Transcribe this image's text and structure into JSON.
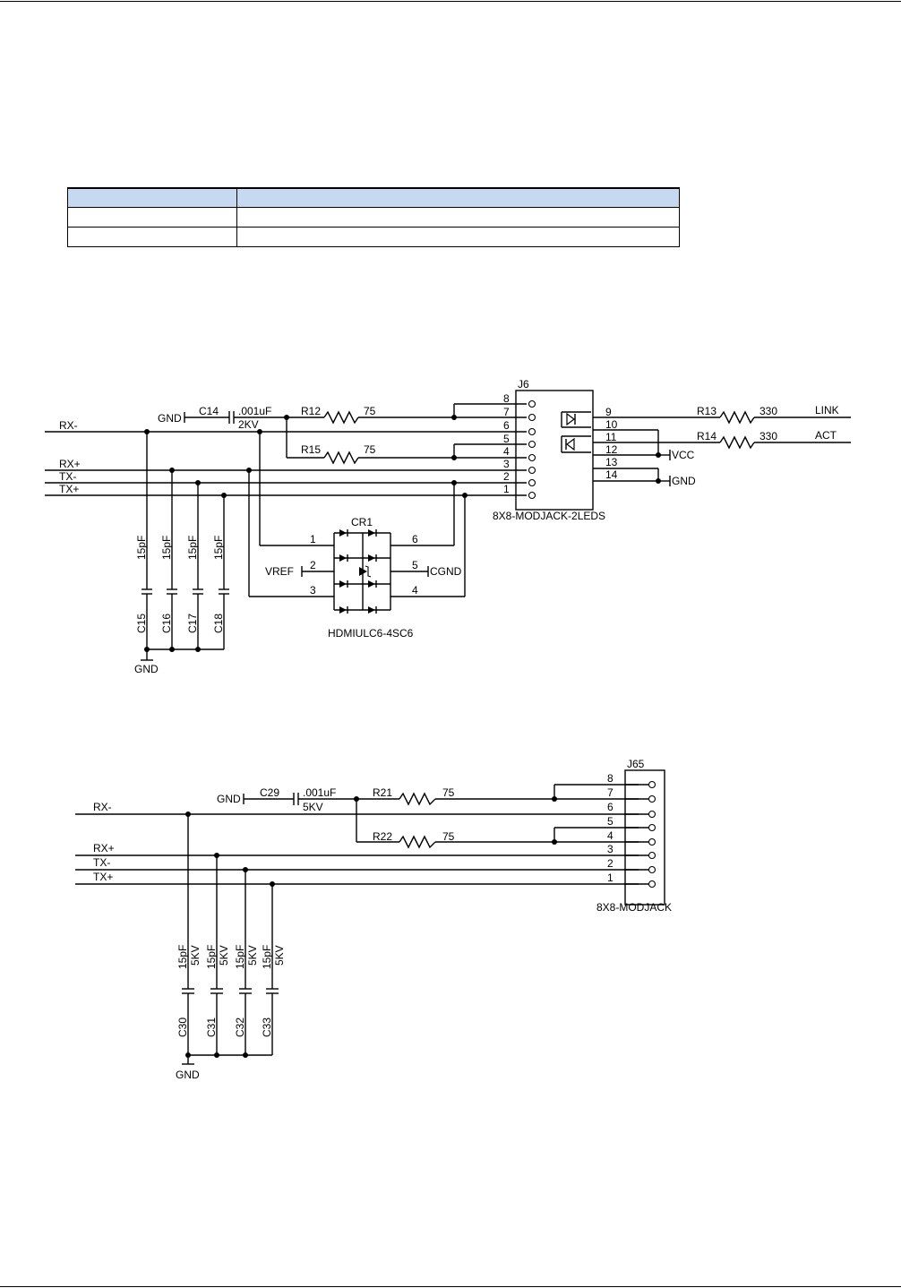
{
  "table": {
    "headers": [
      "",
      ""
    ],
    "rows": [
      [
        "",
        ""
      ],
      [
        "",
        ""
      ]
    ]
  },
  "schematic1": {
    "connector_ref": "J6",
    "connector_part": "8X8-MODJACK-2LEDS",
    "pins_left": [
      "8",
      "7",
      "6",
      "5",
      "4",
      "3",
      "2",
      "1"
    ],
    "pins_right": [
      "9",
      "10",
      "11",
      "12",
      "13",
      "14"
    ],
    "nets": {
      "rx_minus": "RX-",
      "rx_plus": "RX+",
      "tx_minus": "TX-",
      "tx_plus": "TX+"
    },
    "cap_series": {
      "ref": "C14",
      "value": ".001uF",
      "rating": "2KV",
      "gnd": "GND"
    },
    "r_top": {
      "ref": "R12",
      "value": "75"
    },
    "r_bot": {
      "ref": "R15",
      "value": "75"
    },
    "r_link": {
      "ref": "R13",
      "value": "330",
      "net": "LINK"
    },
    "r_act": {
      "ref": "R14",
      "value": "330",
      "net": "ACT"
    },
    "vcc": "VCC",
    "gnd_right": "GND",
    "shunt_caps": [
      {
        "ref": "C15",
        "value": "15pF"
      },
      {
        "ref": "C16",
        "value": "15pF"
      },
      {
        "ref": "C17",
        "value": "15pF"
      },
      {
        "ref": "C18",
        "value": "15pF"
      }
    ],
    "gnd_bottom": "GND",
    "tvs": {
      "ref": "CR1",
      "part": "HDMIULC6-4SC6",
      "pins": [
        "1",
        "2",
        "3",
        "4",
        "5",
        "6"
      ],
      "vref": "VREF",
      "cgnd": "CGND"
    }
  },
  "schematic2": {
    "connector_ref": "J65",
    "connector_part": "8X8-MODJACK",
    "pins_left": [
      "8",
      "7",
      "6",
      "5",
      "4",
      "3",
      "2",
      "1"
    ],
    "nets": {
      "rx_minus": "RX-",
      "rx_plus": "RX+",
      "tx_minus": "TX-",
      "tx_plus": "TX+"
    },
    "cap_series": {
      "ref": "C29",
      "value": ".001uF",
      "rating": "5KV",
      "gnd": "GND"
    },
    "r_top": {
      "ref": "R21",
      "value": "75"
    },
    "r_bot": {
      "ref": "R22",
      "value": "75"
    },
    "shunt_caps": [
      {
        "ref": "C30",
        "value": "15pF",
        "rating": "5KV"
      },
      {
        "ref": "C31",
        "value": "15pF",
        "rating": "5KV"
      },
      {
        "ref": "C32",
        "value": "15pF",
        "rating": "5KV"
      },
      {
        "ref": "C33",
        "value": "15pF",
        "rating": "5KV"
      }
    ],
    "gnd_bottom": "GND"
  }
}
